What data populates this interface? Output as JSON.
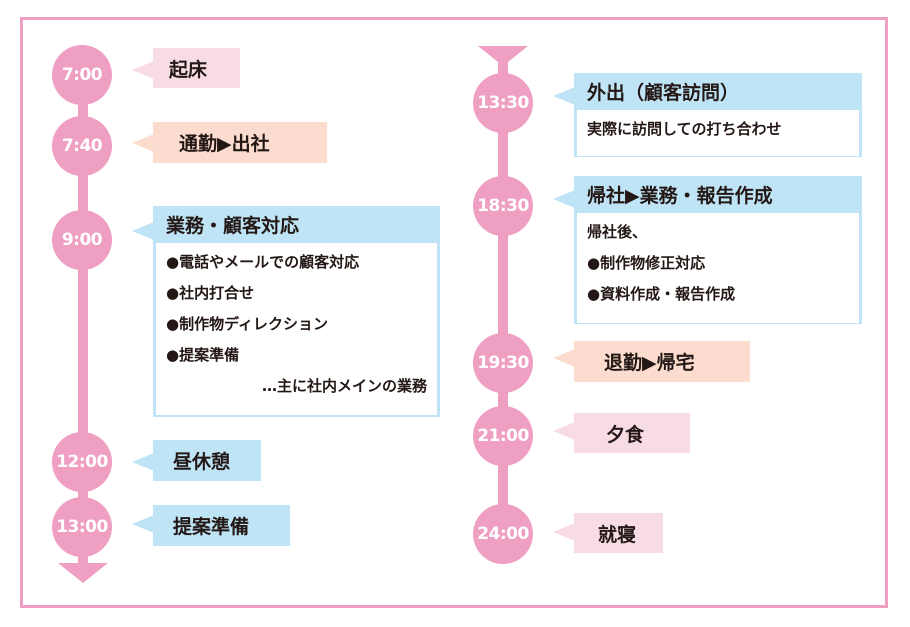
{
  "timeline_left": [
    {
      "time": "7:00",
      "label": "起床"
    },
    {
      "time": "7:40",
      "label": "通勤▶出社"
    },
    {
      "time": "9:00",
      "title": "業務・顧客対応",
      "items": [
        "●電話やメールでの顧客対応",
        "●社内打合せ",
        "●制作物ディレクション",
        "●提案準備"
      ],
      "note": "…主に社内メインの業務"
    },
    {
      "time": "12:00",
      "label": "昼休憩"
    },
    {
      "time": "13:00",
      "label": "提案準備"
    }
  ],
  "timeline_right": [
    {
      "time": "13:30",
      "title": "外出（顧客訪問）",
      "items": [
        "実際に訪問しての打ち合わせ"
      ]
    },
    {
      "time": "18:30",
      "title": "帰社▶業務・報告作成",
      "items": [
        "帰社後、",
        "●制作物修正対応",
        "●資料作成・報告作成"
      ]
    },
    {
      "time": "19:30",
      "label": "退勤▶帰宅"
    },
    {
      "time": "21:00",
      "label": "夕食"
    },
    {
      "time": "24:00",
      "label": "就寝"
    }
  ],
  "colors": {
    "line": "#ef9fc2",
    "pink_box": "#f8dce5",
    "peach_box": "#fbdcce",
    "blue_box": "#bee4f6"
  }
}
